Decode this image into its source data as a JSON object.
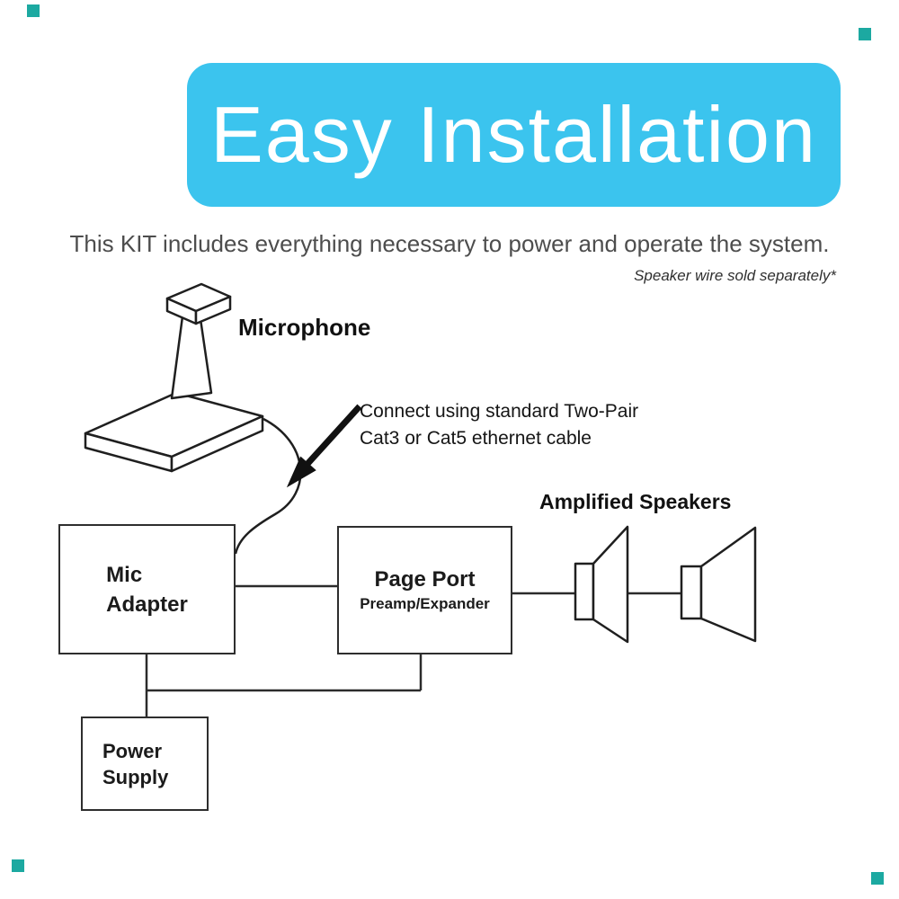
{
  "header": {
    "title": "Easy Installation",
    "bg_color": "#3bc4ee",
    "text_color": "#ffffff"
  },
  "intro": {
    "subtitle": "This KIT includes everything necessary to power and operate the system.",
    "note": "Speaker wire sold separately*"
  },
  "diagram": {
    "microphone_label": "Microphone",
    "cable_note": {
      "line1": "Connect using standard Two-Pair",
      "line2": "Cat3 or Cat5 ethernet cable"
    },
    "speakers_label": "Amplified Speakers",
    "mic_adapter": {
      "line1": "Mic",
      "line2": "Adapter"
    },
    "page_port": {
      "title": "Page Port",
      "subtitle": "Preamp/Expander"
    },
    "power_supply": {
      "line1": "Power",
      "line2": "Supply"
    }
  },
  "decorations": {
    "corner_marker_color": "#1ca9a1",
    "line_color": "#2b2b2b"
  }
}
